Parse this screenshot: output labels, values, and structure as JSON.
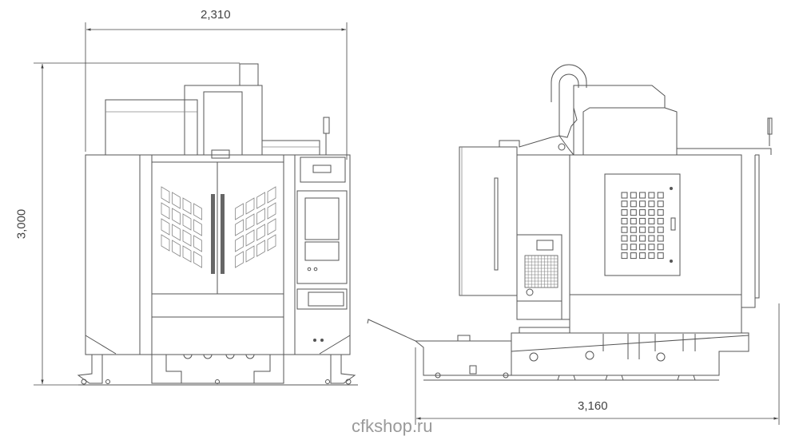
{
  "dimensions": {
    "front_width": "2,310",
    "height": "3,000",
    "side_length": "3,160"
  },
  "watermark": "cfkshop.ru",
  "colors": {
    "line": "#555555",
    "dimension": "#444444",
    "watermark": "#9a9a9a"
  }
}
